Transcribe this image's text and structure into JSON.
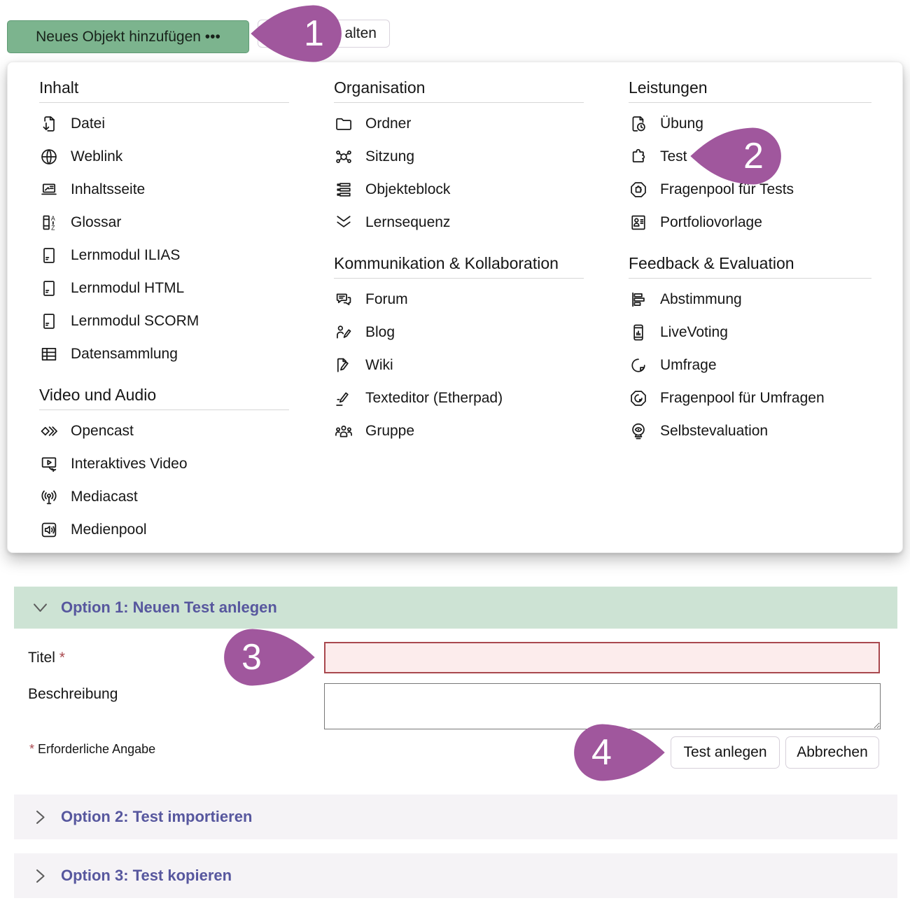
{
  "toolbar": {
    "add_object_label": "Neues Objekt hinzufügen •••",
    "partial_button_label": "alten"
  },
  "menu": {
    "columns": [
      {
        "sections": [
          {
            "title": "Inhalt",
            "items": [
              {
                "icon": "file-download-icon",
                "label": "Datei"
              },
              {
                "icon": "globe-icon",
                "label": "Weblink"
              },
              {
                "icon": "content-page-icon",
                "label": "Inhaltsseite"
              },
              {
                "icon": "glossary-icon",
                "label": "Glossar"
              },
              {
                "icon": "learning-module-icon",
                "label": "Lernmodul ILIAS"
              },
              {
                "icon": "learning-module-icon",
                "label": "Lernmodul HTML"
              },
              {
                "icon": "learning-module-icon",
                "label": "Lernmodul SCORM"
              },
              {
                "icon": "data-table-icon",
                "label": "Datensammlung"
              }
            ]
          },
          {
            "title": "Video und Audio",
            "items": [
              {
                "icon": "opencast-icon",
                "label": "Opencast"
              },
              {
                "icon": "interactive-video-icon",
                "label": "Interaktives Video"
              },
              {
                "icon": "broadcast-icon",
                "label": "Mediacast"
              },
              {
                "icon": "media-pool-icon",
                "label": "Medienpool"
              }
            ]
          }
        ]
      },
      {
        "sections": [
          {
            "title": "Organisation",
            "items": [
              {
                "icon": "folder-icon",
                "label": "Ordner"
              },
              {
                "icon": "session-icon",
                "label": "Sitzung"
              },
              {
                "icon": "item-group-icon",
                "label": "Objekteblock"
              },
              {
                "icon": "learning-sequence-icon",
                "label": "Lernsequenz"
              }
            ]
          },
          {
            "title": "Kommunikation & Kollabo­ration",
            "items": [
              {
                "icon": "forum-icon",
                "label": "Forum"
              },
              {
                "icon": "blog-icon",
                "label": "Blog"
              },
              {
                "icon": "wiki-icon",
                "label": "Wiki"
              },
              {
                "icon": "text-editor-icon",
                "label": "Texteditor (Etherpad)"
              },
              {
                "icon": "group-icon",
                "label": "Gruppe"
              }
            ]
          }
        ]
      },
      {
        "sections": [
          {
            "title": "Leistungen",
            "items": [
              {
                "icon": "exercise-icon",
                "label": "Übung"
              },
              {
                "icon": "test-icon",
                "label": "Test"
              },
              {
                "icon": "question-pool-test-icon",
                "label": "Fragenpool für Tests"
              },
              {
                "icon": "portfolio-template-icon",
                "label": "Portfoliovorlage"
              }
            ]
          },
          {
            "title": "Feedback & Evaluation",
            "items": [
              {
                "icon": "poll-icon",
                "label": "Abstimmung"
              },
              {
                "icon": "live-voting-icon",
                "label": "LiveVoting"
              },
              {
                "icon": "survey-icon",
                "label": "Umfrage"
              },
              {
                "icon": "question-pool-survey-icon",
                "label": "Fragenpool für Umfragen"
              },
              {
                "icon": "self-evaluation-icon",
                "label": "Selbstevaluation"
              }
            ]
          }
        ]
      }
    ]
  },
  "markers": [
    {
      "label": "1",
      "points": "left"
    },
    {
      "label": "2",
      "points": "left"
    },
    {
      "label": "3",
      "points": "right"
    },
    {
      "label": "4",
      "points": "right"
    }
  ],
  "form": {
    "option1_title": "Option 1: Neuen Test anlegen",
    "title_label": "Titel",
    "required_star": "*",
    "title_value": "",
    "description_label": "Beschreibung",
    "description_value": "",
    "required_note": "Erforderliche Angabe",
    "submit_label": "Test anlegen",
    "cancel_label": "Abbrechen",
    "option2_title": "Option 2: Test importieren",
    "option3_title": "Option 3: Test kopieren"
  },
  "colors": {
    "button-green": "#7cb48e",
    "button-green-border": "#5f9a74",
    "option1-bg": "#cde3d4",
    "option23-bg": "#f5f3f6",
    "marker-purple": "#a0579d",
    "accent-purple": "#57579e",
    "error-red": "#a9484e",
    "error-bg": "#fcecec"
  }
}
